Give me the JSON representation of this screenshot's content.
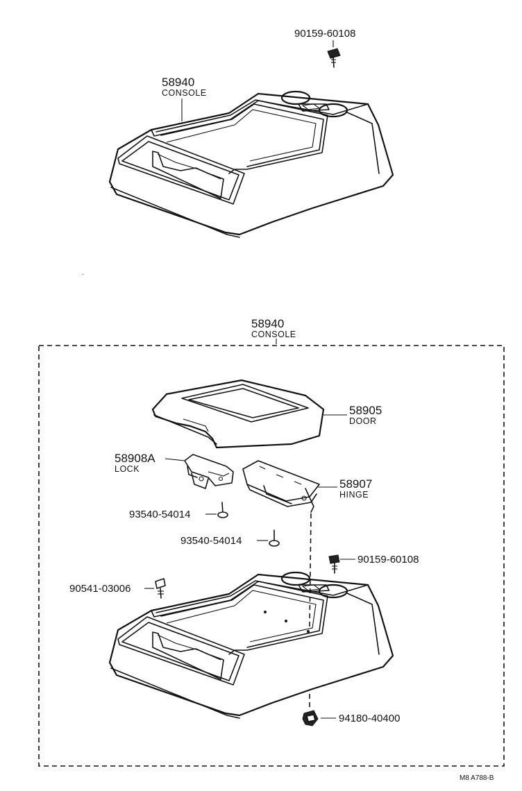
{
  "top": {
    "screw_part_no": "90159-60108",
    "console_part_no": "58940",
    "console_name": "CONSOLE"
  },
  "assembly": {
    "console_part_no": "58940",
    "console_name": "CONSOLE",
    "door_part_no": "58905",
    "door_name": "DOOR",
    "lock_part_no": "58908A",
    "lock_name": "LOCK",
    "hinge_part_no": "58907",
    "hinge_name": "HINGE",
    "screw_a_part_no": "93540-54014",
    "screw_b_part_no": "93540-54014",
    "screw_c_part_no": "90159-60108",
    "screw_d_part_no": "90541-03006",
    "clip_part_no": "94180-40400"
  },
  "footer": {
    "ref_code": "M8  A788-B"
  }
}
